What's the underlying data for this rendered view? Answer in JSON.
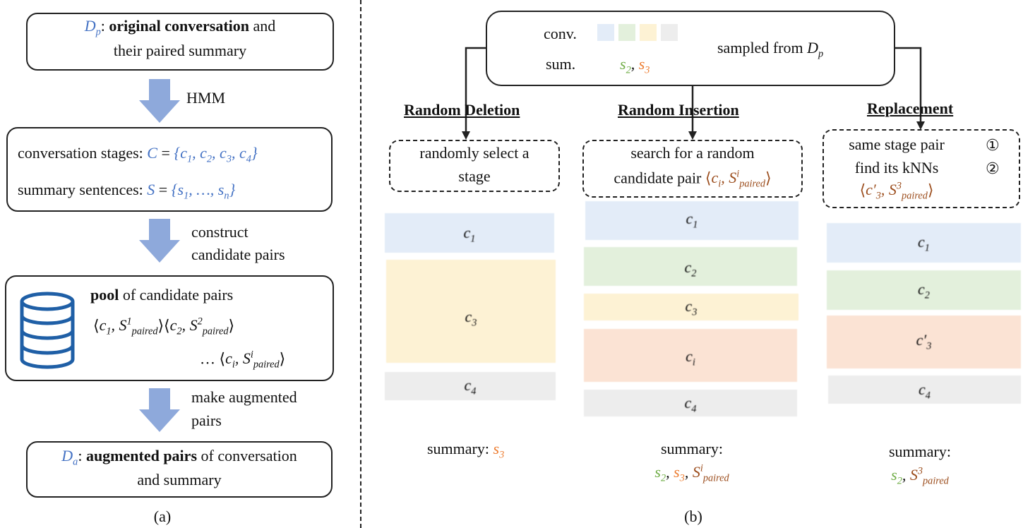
{
  "colors": {
    "accent_blue": "#4472c4",
    "arrow_blue": "#8ea9db",
    "block_blue": "#e3ecf8",
    "block_green": "#e3f0dc",
    "block_yellow": "#fdf2d4",
    "block_orange": "#fbe3d4",
    "block_gray": "#ededed",
    "green_text": "#70ad47",
    "orange_text": "#ed7d31",
    "brown_text": "#9c4e1e"
  },
  "panel_a": {
    "box1": {
      "symbol": "D",
      "symbol_sub": "p",
      "bold": "original conversation",
      "rest": " and",
      "line2": "their paired summary"
    },
    "arrow1_label": "HMM",
    "box2": {
      "line1_prefix": "conversation stages: ",
      "line1_math": "C = {c1, c2, c3, c4}",
      "line2_prefix": "summary sentences: ",
      "line2_math": "S = {s1, …, sn}"
    },
    "arrow2_label_1": "construct",
    "arrow2_label_2": "candidate pairs",
    "box3": {
      "bold": "pool",
      "rest": " of candidate pairs",
      "pair1": "⟨c1, S1paired⟩",
      "pair2": "⟨c2, S2paired⟩",
      "pair_i_prefix": "…",
      "pair_i": "⟨ci, Sipaired⟩",
      "icon": "database-icon"
    },
    "arrow3_label_1": "make augmented",
    "arrow3_label_2": "pairs",
    "box4": {
      "symbol": "D",
      "symbol_sub": "a",
      "bold": "augmented pairs",
      "rest": " of conversation",
      "line2": "and summary"
    },
    "caption": "(a)"
  },
  "panel_b": {
    "top": {
      "conv_label": "conv.",
      "sum_label": "sum.",
      "sum_value": "s2, s3",
      "sampled": "sampled from D",
      "sampled_sub": "p"
    },
    "deletion": {
      "title": "Random Deletion",
      "action_line1": "randomly select a",
      "action_line2": "stage",
      "blocks": [
        "c1",
        "c3",
        "c4"
      ],
      "summary_label": "summary:",
      "summary_value": "s3"
    },
    "insertion": {
      "title": "Random Insertion",
      "action_line1": "search for a random",
      "action_line2": "candidate pair",
      "action_pair": "⟨ci, Sipaired⟩",
      "blocks": [
        "c1",
        "c2",
        "c3",
        "ci",
        "c4"
      ],
      "summary_label": "summary:",
      "summary_value": "s2, s3, Sipaired"
    },
    "replacement": {
      "title": "Replacement",
      "action_line1": "same stage pair",
      "action_line2": "find its kNNs",
      "step1": "①",
      "step2": "②",
      "action_pair": "⟨c′3, S3paired⟩",
      "blocks": [
        "c1",
        "c2",
        "c′3",
        "c4"
      ],
      "summary_label": "summary:",
      "summary_value": "s2, S3paired"
    },
    "caption": "(b)"
  }
}
